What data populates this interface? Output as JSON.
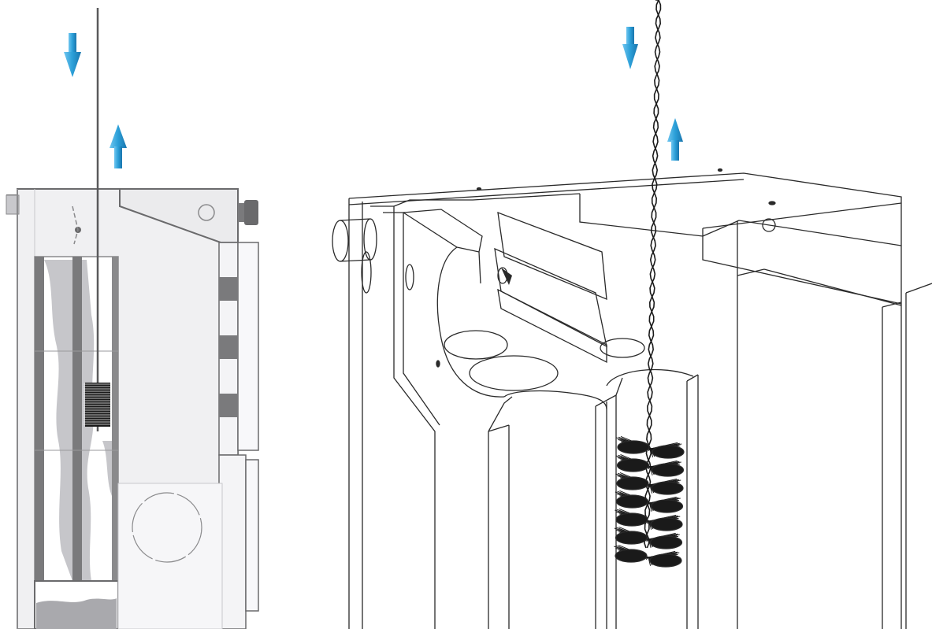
{
  "diagram": {
    "panels": [
      {
        "id": "left-panel",
        "view": "cross-section",
        "arrows": [
          "down-arrow-icon",
          "up-arrow-icon"
        ],
        "tool": "brush-icon"
      },
      {
        "id": "right-panel",
        "view": "perspective-cutaway",
        "arrows": [
          "down-arrow-icon",
          "up-arrow-icon"
        ],
        "tool": "brush-icon"
      }
    ],
    "colors": {
      "arrow": "#2b9fd8",
      "arrow_dark": "#1f7fb8",
      "line": "#2a2a2a",
      "fill_light": "#f0f0f2",
      "fill_mid": "#c8c8cc",
      "fill_dark": "#7a7a7c",
      "deposit": "#a9a9ad",
      "brush": "#1a1a1a"
    }
  }
}
